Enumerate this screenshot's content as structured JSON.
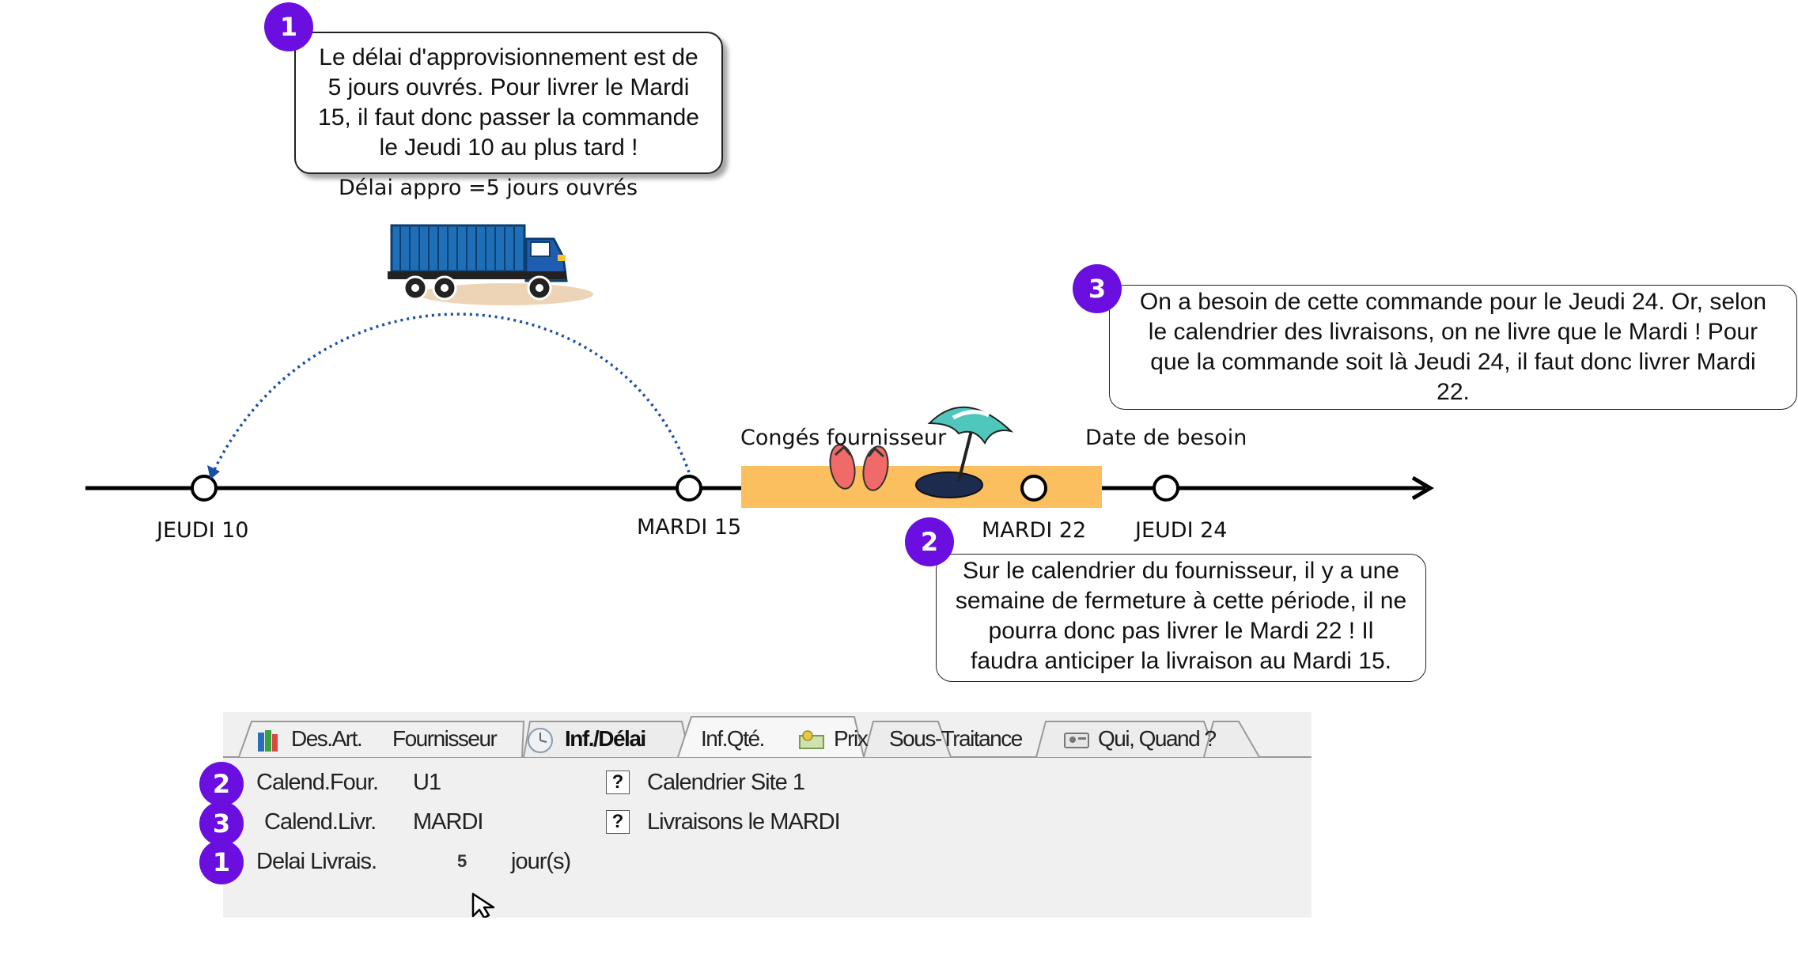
{
  "callouts": {
    "c1": {
      "badge": "1",
      "lines": [
        "Le délai d'approvisionnement est de",
        "5 jours ouvrés. Pour livrer le Mardi",
        "15, il faut donc passer la commande",
        "le Jeudi 10 au plus tard !"
      ]
    },
    "c2": {
      "badge": "2",
      "lines": [
        "Sur le calendrier du fournisseur, il y a une",
        "semaine de fermeture à cette période, il ne",
        "pourra donc pas livrer le Mardi 22 ! Il",
        "faudra anticiper la livraison au Mardi 15."
      ]
    },
    "c3": {
      "badge": "3",
      "lines": [
        "On a besoin de cette commande pour le Jeudi 24. Or, selon",
        "le calendrier des livraisons, on ne livre que le Mardi ! Pour",
        "que la commande soit là Jeudi 24, il faut donc livrer Mardi",
        "22."
      ]
    }
  },
  "timeline": {
    "delay_label": "Délai appro =5 jours ouvrés",
    "holiday_label": "Congés fournisseur",
    "need_label": "Date de besoin",
    "points": {
      "jeudi10": "JEUDI 10",
      "mardi15": "MARDI 15",
      "mardi22": "MARDI 22",
      "jeudi24": "JEUDI 24"
    },
    "colors": {
      "holiday_band": "#fcbf5f",
      "arc": "#1a4fa8",
      "badge": "#6a0fe0"
    }
  },
  "panel": {
    "tabs": [
      "Des.Art.",
      "Fournisseur",
      "Inf./Délai",
      "Inf.Qté.",
      "Prix",
      "Sous-Traitance",
      "Qui, Quand ?"
    ],
    "active_tab": "Inf./Délai",
    "rows": {
      "four": {
        "badge": "2",
        "label": "Calend.Four.",
        "value": "U1",
        "button": "?",
        "desc": "Calendrier Site 1"
      },
      "livr": {
        "badge": "3",
        "label": "Calend.Livr.",
        "value": "MARDI",
        "button": "?",
        "desc": "Livraisons le MARDI"
      },
      "delai": {
        "badge": "1",
        "label": "Delai Livrais.",
        "value": "5",
        "unit": "jour(s)"
      }
    }
  }
}
